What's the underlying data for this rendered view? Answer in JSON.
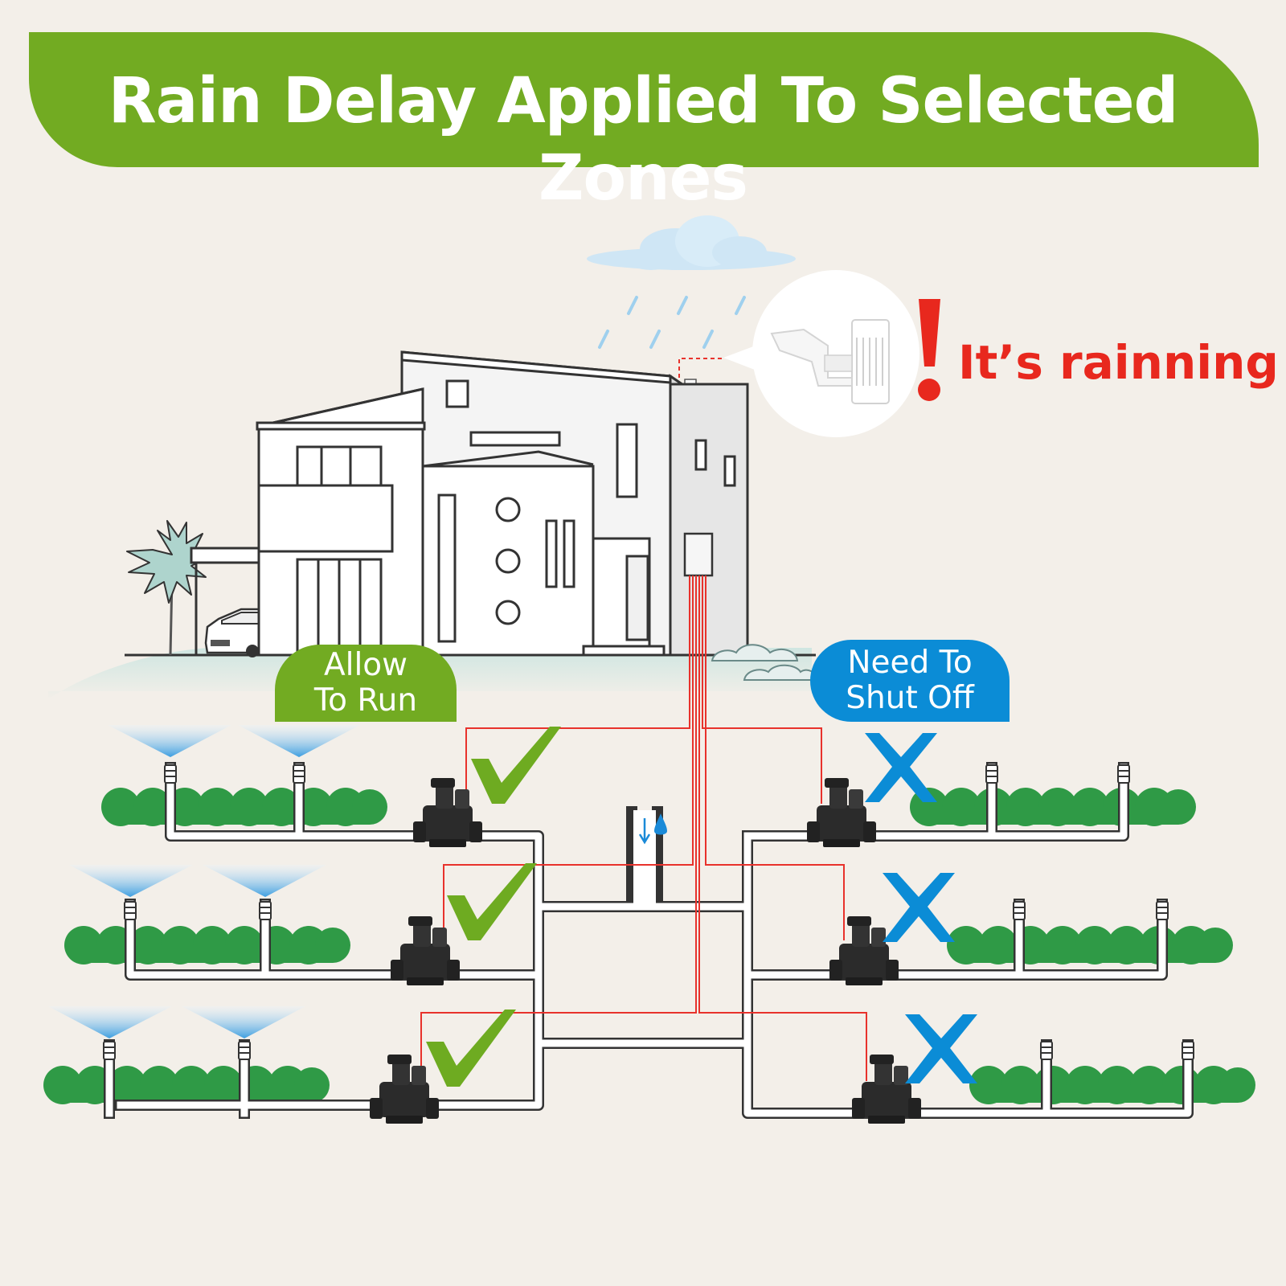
{
  "title": "Rain Delay Applied To Selected Zones",
  "sensor_alert": "It’s rainning",
  "allow_label_line1": "Allow",
  "allow_label_line2": "To Run",
  "shutoff_label_line1": "Need To",
  "shutoff_label_line2": "Shut Off",
  "colors": {
    "banner_green": "#72ab22",
    "alert_red": "#e8281e",
    "shutoff_blue": "#0b8cd6",
    "check_green": "#6eab21",
    "wire_red": "#e8322c",
    "shrub_green": "#2f9a46",
    "background": "#f3efe9"
  },
  "zones_allowed": [
    {
      "status_icon": "check-icon"
    },
    {
      "status_icon": "check-icon"
    },
    {
      "status_icon": "check-icon"
    }
  ],
  "zones_shutoff": [
    {
      "status_icon": "cross-icon"
    },
    {
      "status_icon": "cross-icon"
    },
    {
      "status_icon": "cross-icon"
    }
  ]
}
